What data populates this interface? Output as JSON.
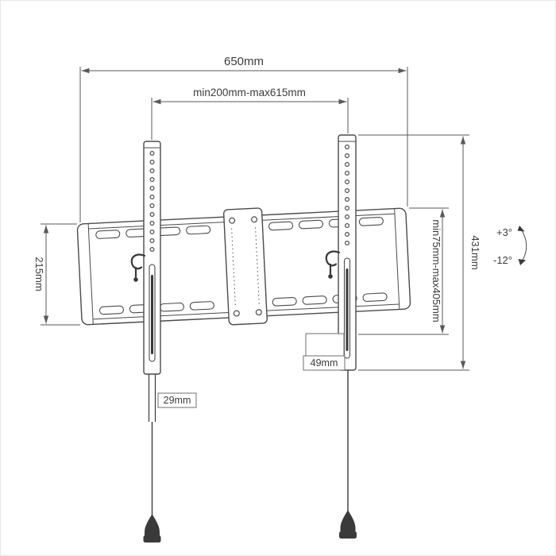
{
  "diagram": {
    "labels": {
      "total_width": "650mm",
      "mount_width_range": "min200mm-max615mm",
      "plate_height": "215mm",
      "bracket_height": "431mm",
      "mount_height_range": "min75mm-max405mm",
      "depth": "49mm",
      "profile_depth": "29mm",
      "tilt_up": "+3°",
      "tilt_down": "-12°"
    },
    "colors": {
      "line": "#4b4b4b",
      "dark": "#3a3a3a",
      "text": "#3c3c3c",
      "background": "#ffffff"
    }
  }
}
